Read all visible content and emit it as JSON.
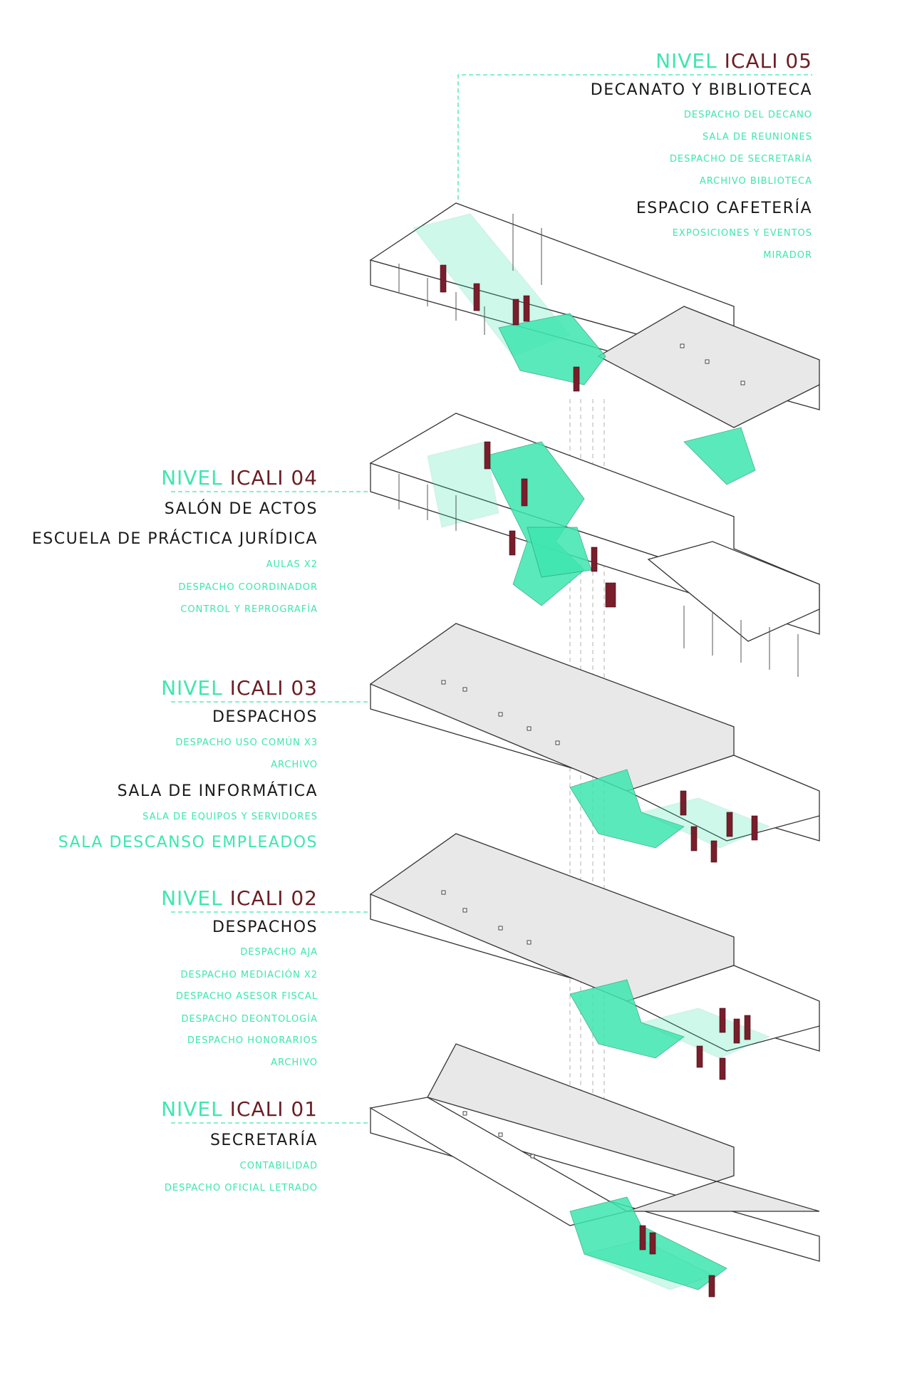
{
  "levels": [
    {
      "id": "l5",
      "pre": "NIVEL ",
      "post": "ICALI 05",
      "groups": [
        {
          "title": "DECANATO Y BIBLIOTECA",
          "items": [
            "DESPACHO DEL DECANO",
            "SALA DE REUNIONES",
            "DESPACHO DE SECRETARÍA",
            "ARCHIVO BIBLIOTECA"
          ]
        },
        {
          "title": "ESPACIO CAFETERÍA",
          "items": [
            "EXPOSICIONES Y EVENTOS",
            "MIRADOR"
          ]
        }
      ]
    },
    {
      "id": "l4",
      "pre": "NIVEL ",
      "post": "ICALI 04",
      "groups": [
        {
          "title": "SALÓN DE ACTOS",
          "items": []
        },
        {
          "title": "ESCUELA DE PRÁCTICA JURÍDICA",
          "items": [
            "AULAS X2",
            "DESPACHO COORDINADOR",
            "CONTROL Y REPROGRAFÍA"
          ]
        }
      ]
    },
    {
      "id": "l3",
      "pre": "NIVEL ",
      "post": "ICALI 03",
      "groups": [
        {
          "title": "DESPACHOS",
          "items": [
            "DESPACHO USO COMÚN X3",
            "ARCHIVO"
          ]
        },
        {
          "title": "SALA DE INFORMÁTICA",
          "items": [
            "SALA DE EQUIPOS Y SERVIDORES"
          ]
        },
        {
          "title": "SALA DESCANSO EMPLEADOS",
          "items": []
        }
      ]
    },
    {
      "id": "l2",
      "pre": "NIVEL ",
      "post": "ICALI 02",
      "groups": [
        {
          "title": "DESPACHOS",
          "items": [
            "DESPACHO AJA",
            "DESPACHO MEDIACIÓN X2",
            "DESPACHO ASESOR FISCAL",
            "DESPACHO DEONTOLOGÍA",
            "DESPACHO HONORARIOS",
            "ARCHIVO"
          ]
        }
      ]
    },
    {
      "id": "l1",
      "pre": "NIVEL ",
      "post": "ICALI 01",
      "groups": [
        {
          "title": "SECRETARÍA",
          "items": [
            "CONTABILIDAD",
            "DESPACHO OFICIAL LETRADO"
          ]
        }
      ]
    }
  ],
  "colors": {
    "accent": "#3ee6b0",
    "level_number": "#6b1e24",
    "text": "#1a1a1a",
    "door": "#7a1e2c"
  }
}
